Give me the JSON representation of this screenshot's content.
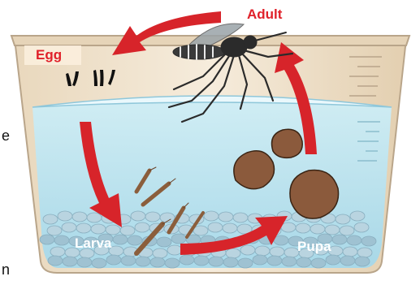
{
  "stages": {
    "adult": "Adult",
    "egg": "Egg",
    "larva": "Larva",
    "pupa": "Pupa"
  },
  "edge_text": {
    "right_fragment": "e",
    "bottom_fragment": "n"
  },
  "colors": {
    "arrow": "#d7242a",
    "label": "#e0212a",
    "water": "#a7dbea",
    "water_deep": "#cfeef6",
    "container_rim": "#c9b9a2",
    "container_wall": "#f1e4cf",
    "pebbles": "#b8d3df",
    "pupa": "#8b5a3c",
    "mosquito": "#2b2b2b"
  }
}
